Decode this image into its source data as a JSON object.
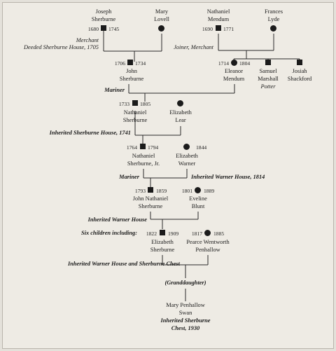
{
  "people": {
    "joseph_sherburne": {
      "name": [
        "Joseph",
        "Sherburne"
      ],
      "born": "1680",
      "died": "1745"
    },
    "mary_lovell": {
      "name": [
        "Mary",
        "Lovell"
      ]
    },
    "nathaniel_mendum": {
      "name": [
        "Nathaniel",
        "Mendum"
      ],
      "born": "1690",
      "died": "1771"
    },
    "frances_lyde": {
      "name": [
        "Frances",
        "Lyde"
      ]
    },
    "john_sherburne": {
      "name": [
        "John",
        "Sherburne"
      ],
      "born": "1706",
      "died": "1734"
    },
    "eleanor_mendum": {
      "name": [
        "Eleanor",
        "Mendum"
      ],
      "born": "1714",
      "died": "1804"
    },
    "samuel_marshall": {
      "name": [
        "Samuel",
        "Marshall"
      ]
    },
    "josiah_shackford": {
      "name": [
        "Josiah",
        "Shackford"
      ]
    },
    "nathaniel_sherburne": {
      "name": [
        "Nathaniel",
        "Sherburne"
      ],
      "born": "1733",
      "died": "1805"
    },
    "elizabeth_lear": {
      "name": [
        "Elizabeth",
        "Lear"
      ]
    },
    "nathaniel_sherburne_jr": {
      "name": [
        "Nathaniel",
        "Sherburne, Jr."
      ],
      "born": "1764",
      "died": "1794"
    },
    "elizabeth_warner": {
      "name": [
        "Elizabeth",
        "Warner"
      ],
      "died": "1844"
    },
    "john_nathaniel_sherburne": {
      "name": [
        "John Nathaniel",
        "Sherburne"
      ],
      "born": "1793",
      "died": "1859"
    },
    "eveline_blunt": {
      "name": [
        "Eveline",
        "Blunt"
      ],
      "born": "1801",
      "died": "1889"
    },
    "elizabeth_sherburne": {
      "name": [
        "Elizabeth",
        "Sherburne"
      ],
      "born": "1822",
      "died": "1909"
    },
    "pearce_penhallow": {
      "name": [
        "Pearce Wentworth",
        "Penhallow"
      ],
      "born": "1817",
      "died": "1885"
    },
    "mary_penhallow_swan": {
      "name": [
        "Mary Penhallow",
        "Swan"
      ]
    }
  },
  "notes": {
    "merchant": "Merchant",
    "deeded_house": "Deeded Sherburne House, 1705",
    "joiner_merchant": "Joiner, Merchant",
    "potter": "Potter",
    "mariner_1": "Mariner",
    "inherited_sherburne_1741": "Inherited Sherburne House, 1741",
    "mariner_2": "Mariner",
    "inherited_warner_1814": "Inherited Warner House, 1814",
    "inherited_warner_house": "Inherited Warner House",
    "six_children": "Six children including:",
    "inherited_warner_chest": "Inherited Warner House and Sherburne Chest",
    "granddaughter": "(Granddaughter)",
    "inherited_sherburne_chest": [
      "Inherited Sherburne",
      "Chest, 1930"
    ]
  },
  "colors": {
    "ink": "#1b1b1b",
    "paper": "#eeebe4",
    "border": "#b9b5ac"
  }
}
